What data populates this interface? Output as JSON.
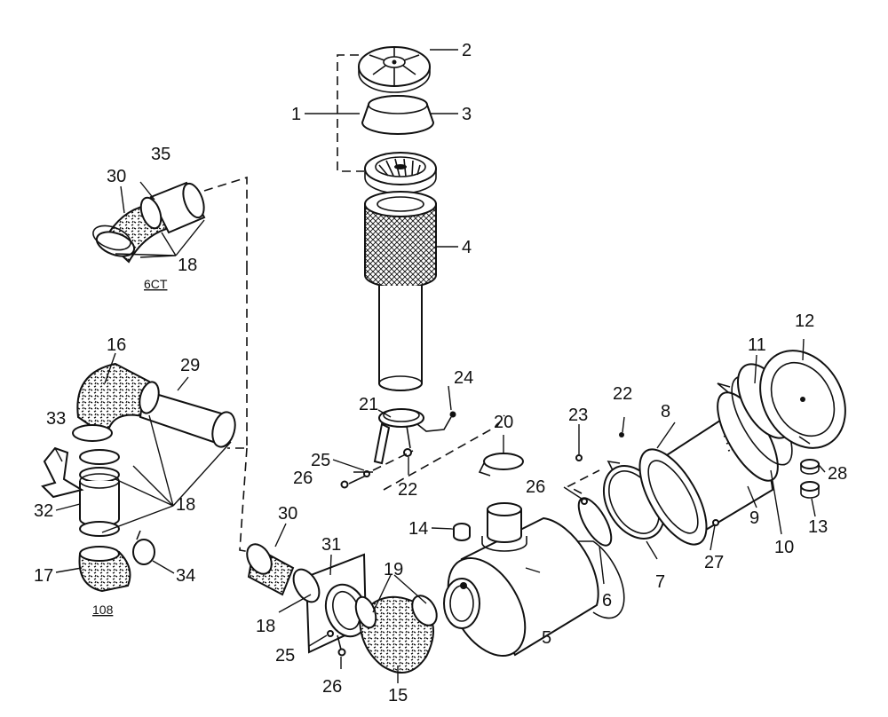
{
  "group_labels": {
    "top_left": "6CT",
    "bottom_left": "108"
  },
  "callouts": {
    "n1": "1",
    "n2": "2",
    "n3": "3",
    "n4": "4",
    "n5": "5",
    "n6": "6",
    "n7": "7",
    "n8": "8",
    "n9": "9",
    "n10": "10",
    "n11": "11",
    "n12": "12",
    "n13": "13",
    "n14": "14",
    "n15": "15",
    "n16": "16",
    "n17": "17",
    "n18a": "18",
    "n18b": "18",
    "n18c": "18",
    "n19": "19",
    "n20": "20",
    "n21": "21",
    "n22a": "22",
    "n22b": "22",
    "n23": "23",
    "n24": "24",
    "n25a": "25",
    "n25b": "25",
    "n26a": "26",
    "n26b": "26",
    "n26c": "26",
    "n27": "27",
    "n28": "28",
    "n29": "29",
    "n30a": "30",
    "n30b": "30",
    "n31": "31",
    "n32": "32",
    "n33": "33",
    "n34": "34",
    "n35": "35"
  }
}
